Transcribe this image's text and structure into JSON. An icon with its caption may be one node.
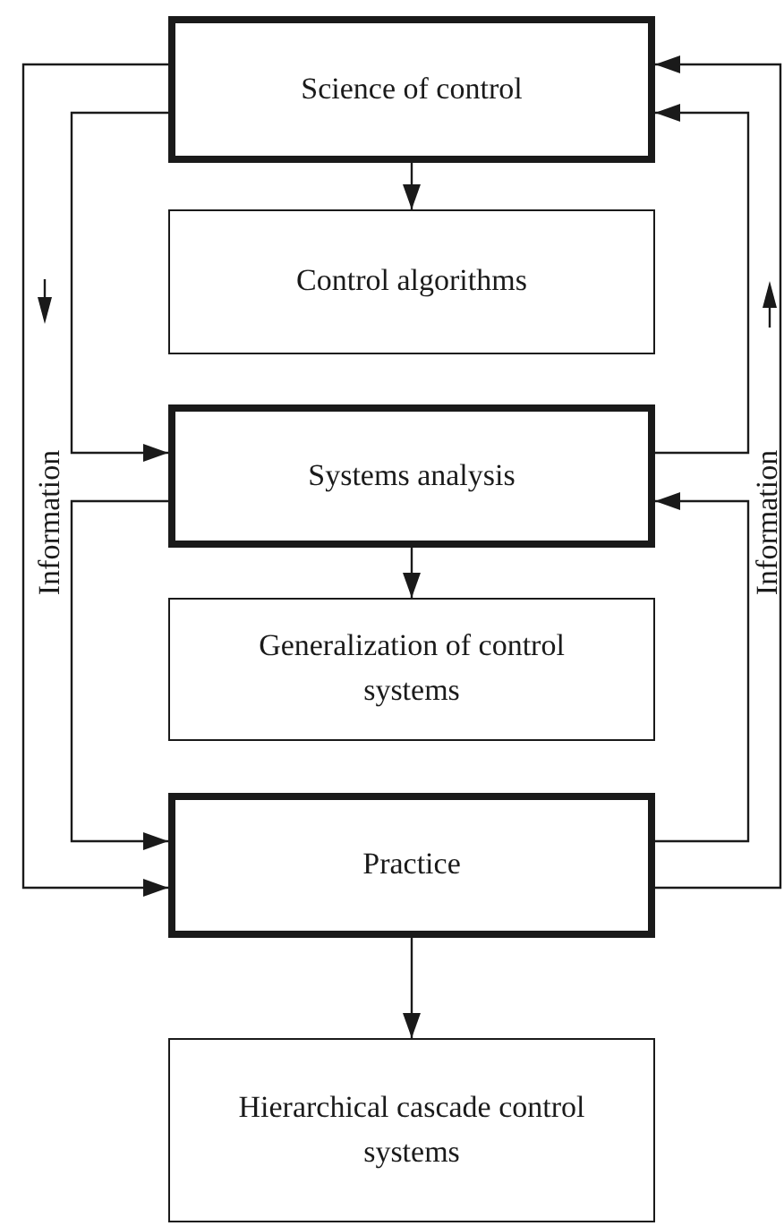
{
  "diagram": {
    "nodes": [
      {
        "text": [
          "Science of control"
        ]
      },
      {
        "text": [
          "Control algorithms"
        ]
      },
      {
        "text": [
          "Systems analysis"
        ]
      },
      {
        "text": [
          "Generalization of control systems"
        ]
      },
      {
        "text": [
          "Practice"
        ]
      },
      {
        "text": [
          "Hierarchical cascade control systems"
        ]
      }
    ],
    "edges": [
      {
        "from": 0,
        "to": 1,
        "arrow": "to"
      },
      {
        "from": 2,
        "to": 3,
        "arrow": "to"
      },
      {
        "from": 4,
        "to": 5,
        "arrow": "to"
      },
      {
        "from": 0,
        "to": 4,
        "arrow": "to"
      },
      {
        "from": 0,
        "to": 2,
        "arrow": "to"
      },
      {
        "from": 2,
        "to": 4,
        "arrow": "to"
      },
      {
        "from": 4,
        "to": 0,
        "arrow": "to"
      },
      {
        "from": 2,
        "to": 0,
        "arrow": "to"
      },
      {
        "from": 4,
        "to": 2,
        "arrow": "to"
      }
    ],
    "labels": [
      "Information",
      "Information"
    ]
  }
}
